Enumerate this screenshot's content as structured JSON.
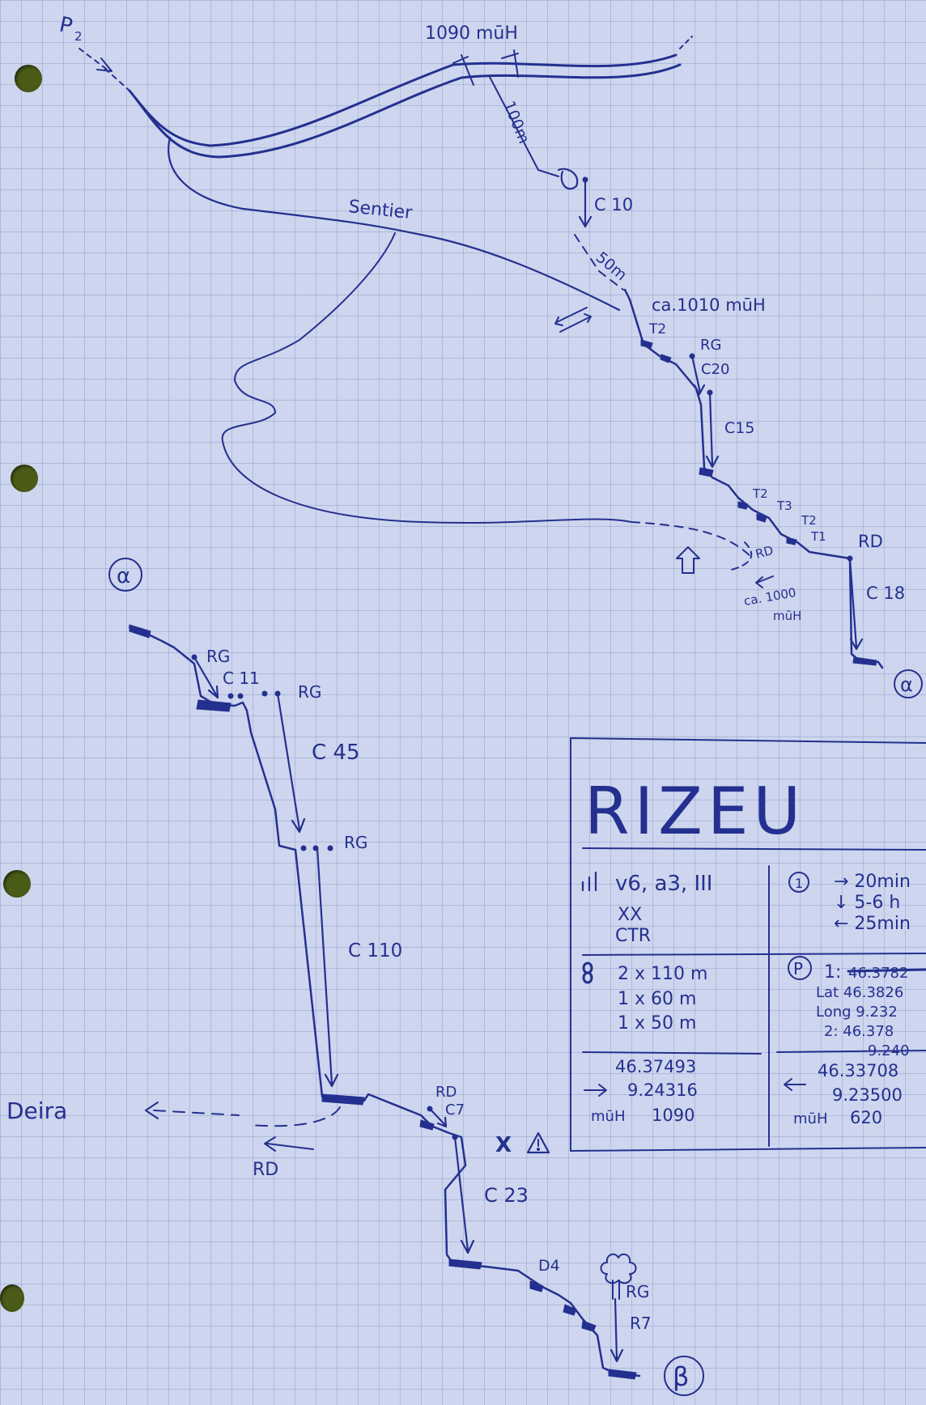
{
  "colors": {
    "ink": "#24308f",
    "paper": "#cdd6ee",
    "grid": "#8a97c4",
    "hole": "#4a5a17"
  },
  "labels": {
    "p2": "P",
    "p2_sub": "2",
    "elev_top": "1090 mūH",
    "dist_100m": "100m",
    "c10": "C 10",
    "sentier": "Sentier",
    "dist_50m": "50m",
    "elev_1010": "ca.1010 mūH",
    "t2_a": "T2",
    "rg_a": "RG",
    "c20": "C20",
    "c15": "C15",
    "t2_b": "T2",
    "t3": "T3",
    "t2_c": "T2",
    "t1": "T1",
    "rd_a": "RD",
    "rd_b": "RD",
    "elev_1000_a": "ca. 1000",
    "elev_1000_b": "mūH",
    "c18": "C 18",
    "alpha": "α",
    "rg_b": "RG",
    "c11": "C 11",
    "rg_c": "RG",
    "c45": "C 45",
    "rg_d": "RG",
    "c110": "C 110",
    "deira": "Deira",
    "rd_c": "RD",
    "rd_d": "RD",
    "c7": "C7",
    "danger": "X",
    "c23": "C 23",
    "d4": "D4",
    "rg_e": "RG",
    "r7": "R7",
    "beta": "β"
  },
  "infobox": {
    "title": "RIZEU",
    "rating": "v6, a3, III",
    "rating_extra_1": "XX",
    "rating_extra_2": "CTR",
    "time_symbol": "1",
    "approach": "→ 20min",
    "descent": "↓ 5-6 h",
    "return": "← 25min",
    "ropes": [
      "2 x 110 m",
      "1 x 60 m",
      "1 x 50 m"
    ],
    "parking_symbol": "P",
    "parking_1_label": "1:",
    "parking_1_struck": "46.3782",
    "parking_lat": "Lat 46.3826",
    "parking_long": "Long 9.232",
    "parking_2": "2: 46.378",
    "parking_2_long": "9.240",
    "start_lat": "46.37493",
    "start_long": "9.24316",
    "start_elev_label": "mūH",
    "start_elev": "1090",
    "end_lat": "46.33708",
    "end_long": "9.23500",
    "end_elev_label": "mūH",
    "end_elev": "620"
  }
}
